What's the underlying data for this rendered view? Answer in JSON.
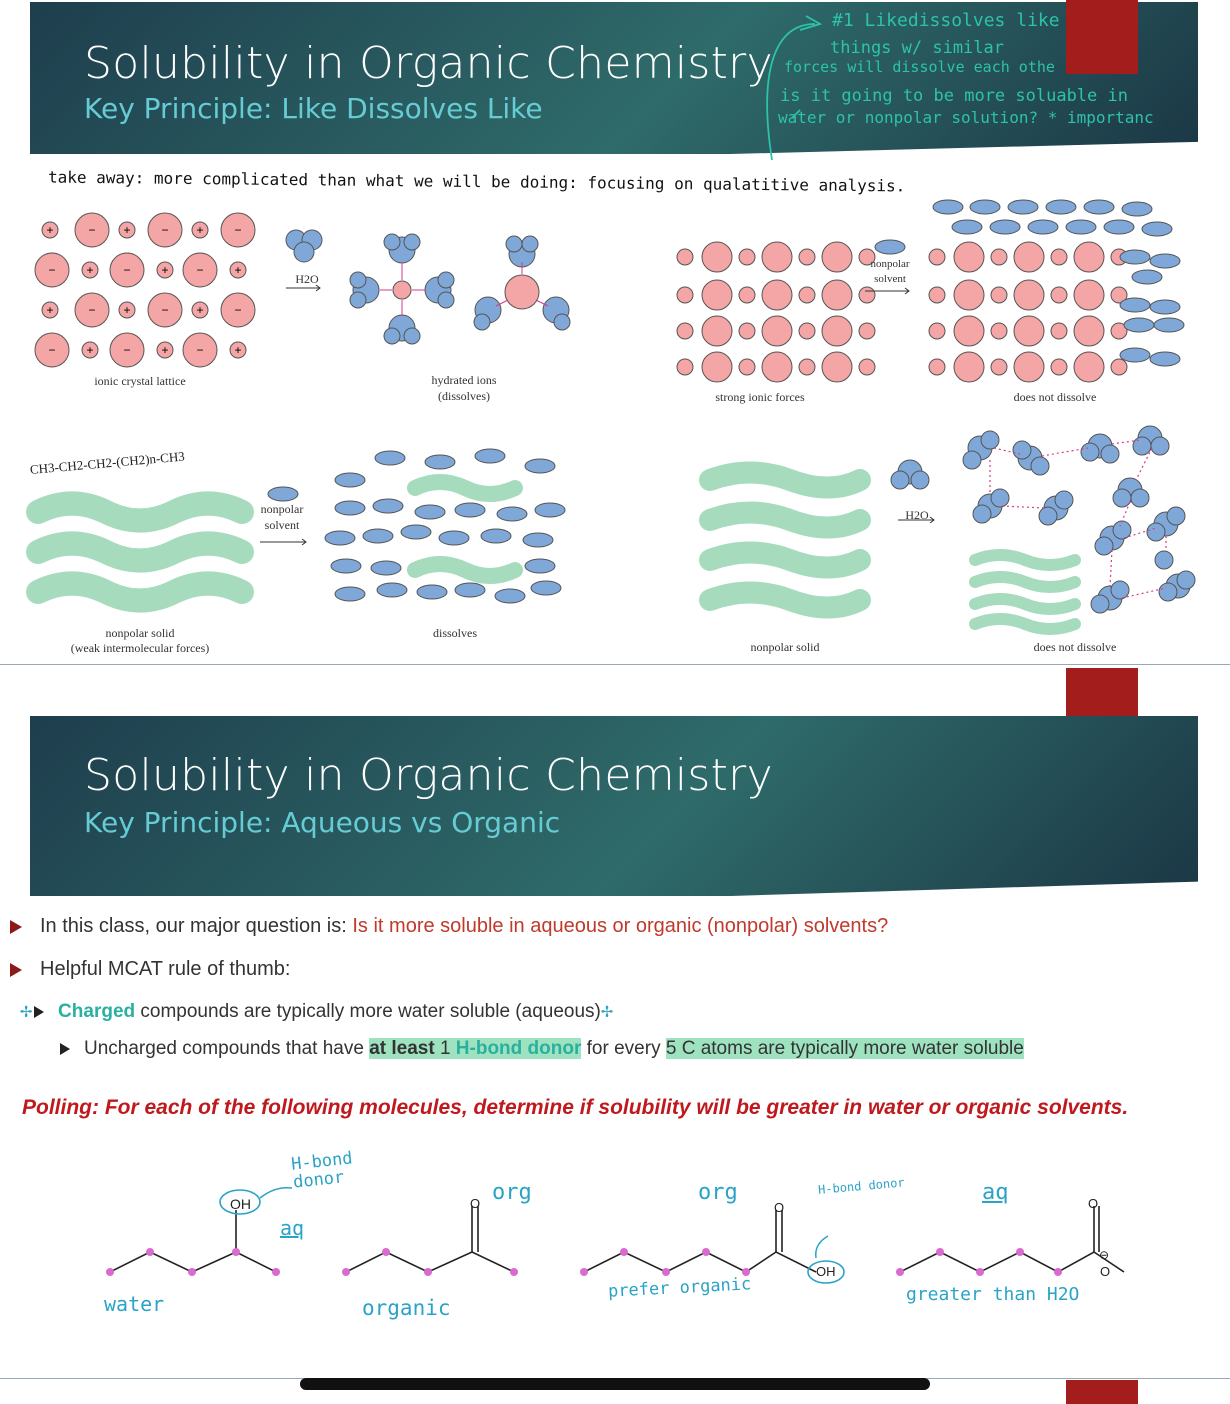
{
  "slide1": {
    "title": "Solubility in Organic Chemistry",
    "subtitle": "Key Principle: Like Dissolves Like",
    "handwritten_notes": [
      "#1 Likedissolves like",
      "things w/ similar",
      "forces will dissolve each othe",
      "is it going to be more soluable in",
      "water or nonpolar solution? * importanc"
    ],
    "takeaway": "take away: more complicated than what we will be doing: focusing on qualatitive analysis.",
    "figure": {
      "ionic_crystal_lattice": "ionic crystal lattice",
      "hydrated_ions": "hydrated ions",
      "dissolves_paren": "(dissolves)",
      "h2o_arrow": "H2O",
      "nonpolar": "nonpolar",
      "solvent": "solvent",
      "strong_ionic_forces": "strong ionic forces",
      "does_not_dissolve": "does not dissolve",
      "hydrocarbon": "CH3-CH2-CH2-(CH2)n-CH3",
      "nonpolar_solid": "nonpolar solid",
      "weak_forces": "(weak intermolecular forces)",
      "dissolves": "dissolves",
      "nonpolar_solid_2": "nonpolar solid",
      "does_not_dissolve_2": "does not dissolve"
    }
  },
  "slide2": {
    "title": "Solubility in Organic Chemistry",
    "subtitle": "Key Principle: Aqueous vs Organic",
    "bullet1_prefix": "In this class, our major question is: ",
    "bullet1_red": "Is it more soluble in aqueous or organic (nonpolar) solvents?",
    "bullet2": "Helpful MCAT rule of thumb:",
    "bullet3_teal": "Charged",
    "bullet3_rest": " compounds are typically more water soluble (aqueous)",
    "bullet4_prefix": "Uncharged compounds that have ",
    "bullet4_bold": "at least",
    "bullet4_mid": " 1 ",
    "bullet4_teal": "H-bond donor",
    "bullet4_suffix_a": " for every ",
    "bullet4_suffix_hl": "5 C atoms are typically more water soluble",
    "polling": "Polling: For each of the following molecules, determine if solubility will be greater in water or organic solvents.",
    "molecules": [
      {
        "label": "OH",
        "answer": "aq",
        "note": "water",
        "annotation": "H-bond donor"
      },
      {
        "label": "O",
        "answer": "org",
        "note": "organic"
      },
      {
        "label": "O",
        "label2": "OH",
        "answer": "org",
        "note": "prefer organic",
        "annotation": "H-bond donor"
      },
      {
        "label": "O",
        "label2": "O",
        "charge": "⊖",
        "answer": "aq",
        "note": "greater than H2O"
      }
    ]
  }
}
